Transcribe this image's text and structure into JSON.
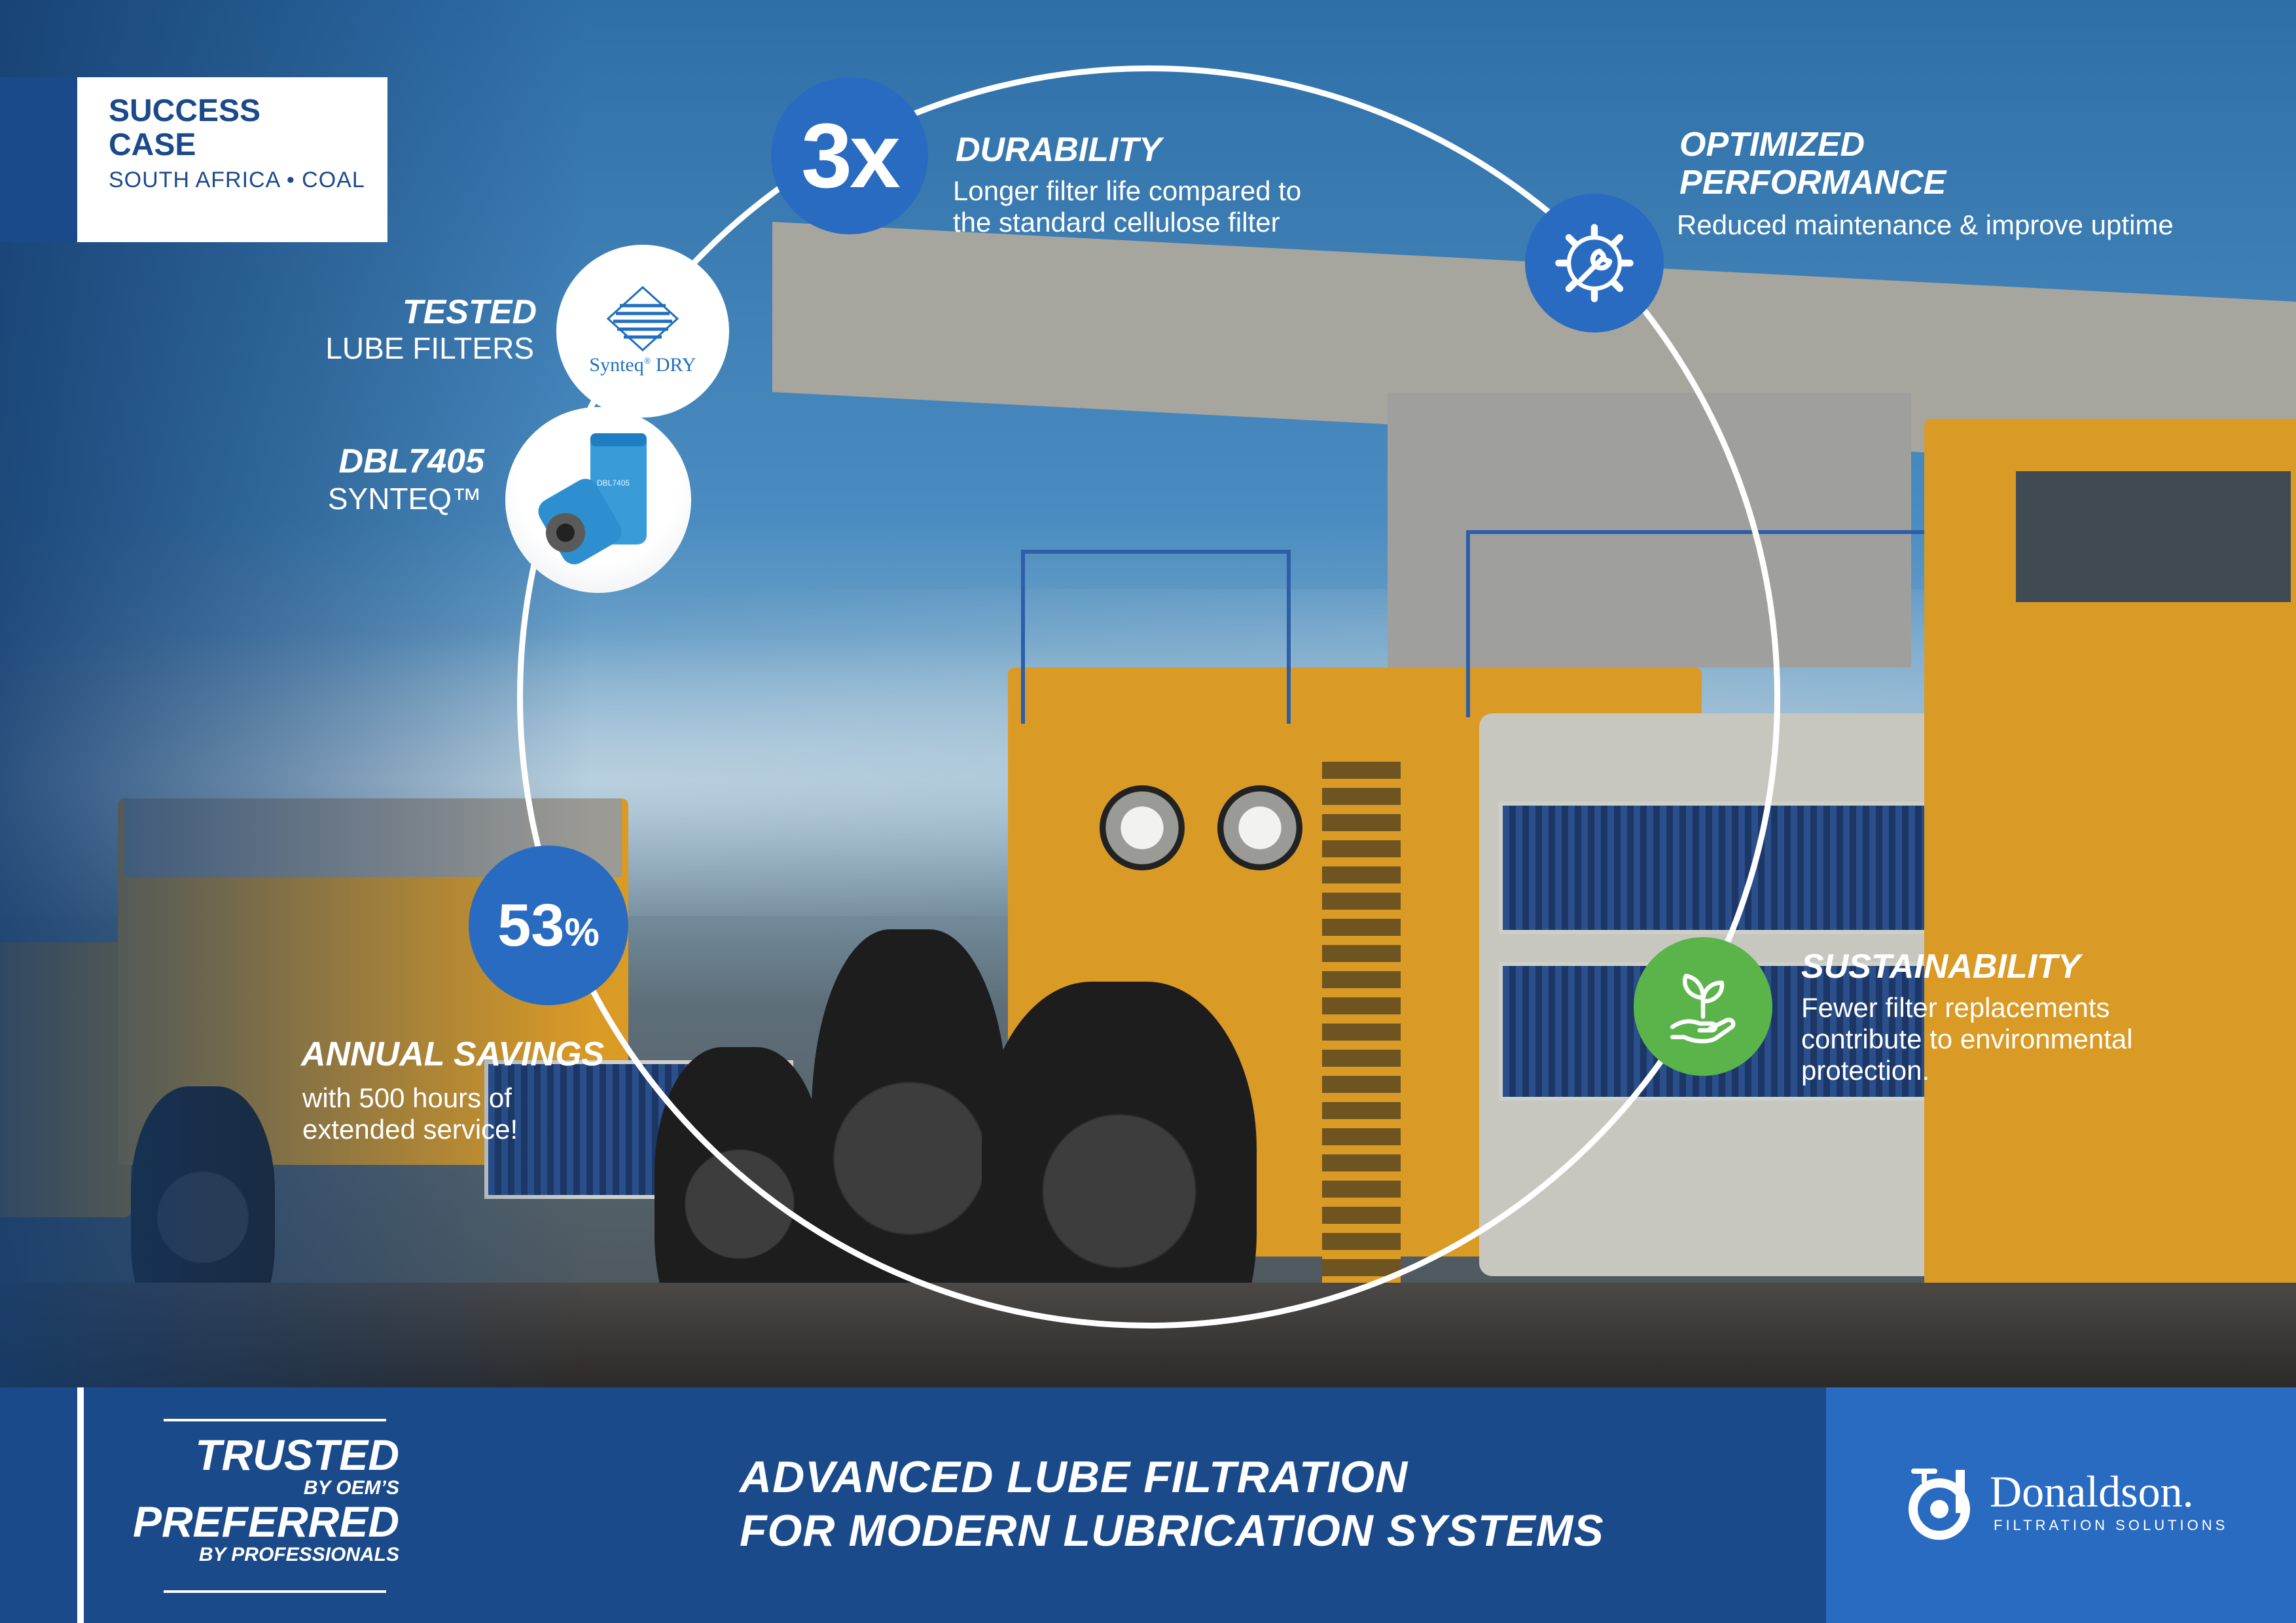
{
  "success_case": {
    "title": "SUCCESS\nCASE",
    "location": "SOUTH AFRICA  • COAL"
  },
  "durability": {
    "badge": "3x",
    "title": "DURABILITY",
    "description": "Longer filter life compared to\nthe standard cellulose filter"
  },
  "performance": {
    "title": "OPTIMIZED\nPERFORMANCE",
    "description": "Reduced maintenance & improve uptime",
    "icon": "gear-wrench-icon"
  },
  "tested": {
    "title": "TESTED",
    "subtitle": "LUBE FILTERS",
    "logo_text": "Synteq",
    "logo_tm": "®",
    "logo_suffix": "DRY"
  },
  "product": {
    "title": "DBL7405",
    "subtitle": "SYNTEQ™",
    "label": "DBL7405"
  },
  "savings": {
    "value": "53",
    "unit": "%",
    "title": "ANNUAL SAVINGS",
    "description": "with 500 hours of\nextended  service!"
  },
  "sustainability": {
    "title": "SUSTAINABILITY",
    "description": "Fewer filter replacements\ncontribute to environmental\nprotection.",
    "icon": "plant-hand-icon"
  },
  "footer": {
    "trusted": "TRUSTED",
    "by_oems": "BY OEM’S",
    "preferred": "PREFERRED",
    "by_professionals": "BY PROFESSIONALS",
    "headline": "ADVANCED LUBE FILTRATION\nFOR MODERN LUBRICATION SYSTEMS",
    "brand": "Donaldson.",
    "brand_sub": "FILTRATION SOLUTIONS"
  },
  "colors": {
    "brand_blue": "#1b4a8a",
    "accent_blue": "#2a6bc2",
    "green": "#5ab44a"
  }
}
